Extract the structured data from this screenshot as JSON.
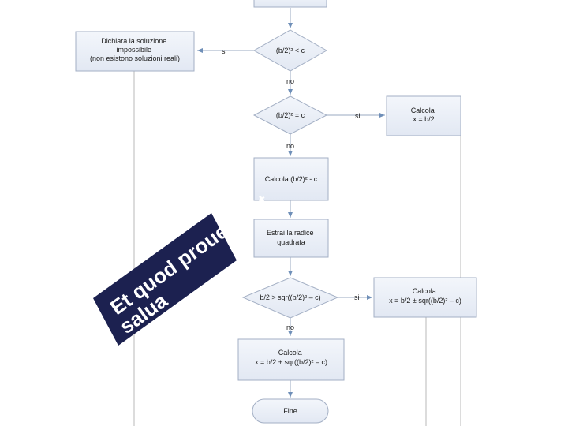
{
  "diagram": {
    "nodes": {
      "top_box": {
        "lines": []
      },
      "impossible": {
        "lines": [
          "Dichiara la soluzione",
          "impossibile",
          "(non esistono soluzioni reali)"
        ]
      },
      "dec_lt": {
        "lines": [
          "(b/2)² < c"
        ]
      },
      "dec_eq": {
        "lines": [
          "(b/2)² = c"
        ]
      },
      "calc_x_eq": {
        "lines": [
          "Calcola",
          "x = b/2"
        ]
      },
      "calc_diff": {
        "lines": [
          "Calcola (b/2)² - c"
        ]
      },
      "root": {
        "lines": [
          "Estrai la radice",
          "quadrata"
        ]
      },
      "dec_gt": {
        "lines": [
          "b/2 > sqr((b/2)² – c)"
        ]
      },
      "calc_pm": {
        "lines": [
          "Calcola",
          "x = b/2 ± sqr((b/2)² – c)"
        ]
      },
      "calc_plus": {
        "lines": [
          "Calcola",
          "x = b/2 + sqr((b/2)² – c)"
        ]
      },
      "end": {
        "lines": [
          "Fine"
        ]
      }
    },
    "edge_labels": {
      "lt_yes": "si",
      "lt_no": "no",
      "eq_yes": "si",
      "eq_no": "no",
      "gt_yes": "si",
      "gt_no": "no"
    },
    "stamp": {
      "lines": [
        "Et quod prouenerat",
        "salua"
      ],
      "color": "#1c2150"
    },
    "colors": {
      "node_fill": "#e9eef7",
      "node_stroke": "#a3afc4",
      "arrow": "#6f8fb8",
      "line": "#b8b8b8"
    }
  }
}
